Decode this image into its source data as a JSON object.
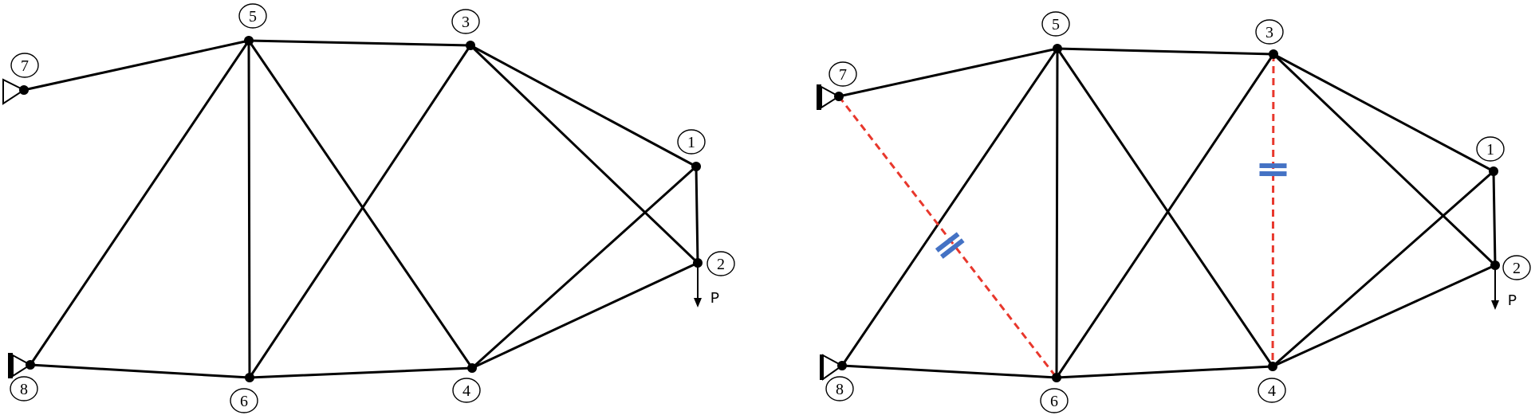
{
  "panels": [
    {
      "id": "original-truss",
      "nodes": [
        {
          "label": "1"
        },
        {
          "label": "2"
        },
        {
          "label": "3"
        },
        {
          "label": "4"
        },
        {
          "label": "5"
        },
        {
          "label": "6"
        },
        {
          "label": "7"
        },
        {
          "label": "8"
        }
      ],
      "members": [
        [
          "7",
          "5"
        ],
        [
          "5",
          "3"
        ],
        [
          "3",
          "1"
        ],
        [
          "1",
          "2"
        ],
        [
          "3",
          "2"
        ],
        [
          "5",
          "6"
        ],
        [
          "5",
          "4"
        ],
        [
          "3",
          "6"
        ],
        [
          "1",
          "4"
        ],
        [
          "2",
          "4"
        ],
        [
          "8",
          "5"
        ],
        [
          "8",
          "6"
        ],
        [
          "6",
          "4"
        ]
      ],
      "removed_members": [],
      "load_label": "P",
      "supports": [
        "7",
        "8"
      ]
    },
    {
      "id": "modified-truss",
      "nodes": [
        {
          "label": "1"
        },
        {
          "label": "2"
        },
        {
          "label": "3"
        },
        {
          "label": "4"
        },
        {
          "label": "5"
        },
        {
          "label": "6"
        },
        {
          "label": "7"
        },
        {
          "label": "8"
        }
      ],
      "members": [
        [
          "7",
          "5"
        ],
        [
          "5",
          "3"
        ],
        [
          "3",
          "1"
        ],
        [
          "1",
          "2"
        ],
        [
          "3",
          "2"
        ],
        [
          "5",
          "6"
        ],
        [
          "5",
          "4"
        ],
        [
          "3",
          "6"
        ],
        [
          "1",
          "4"
        ],
        [
          "2",
          "4"
        ],
        [
          "8",
          "5"
        ],
        [
          "8",
          "6"
        ],
        [
          "6",
          "4"
        ]
      ],
      "removed_members": [
        [
          "7",
          "6"
        ],
        [
          "3",
          "4"
        ]
      ],
      "removed_member_color": "#e8372c",
      "cut_mark_color": "#4472c4",
      "load_label": "P",
      "supports": [
        "7",
        "8"
      ]
    }
  ]
}
